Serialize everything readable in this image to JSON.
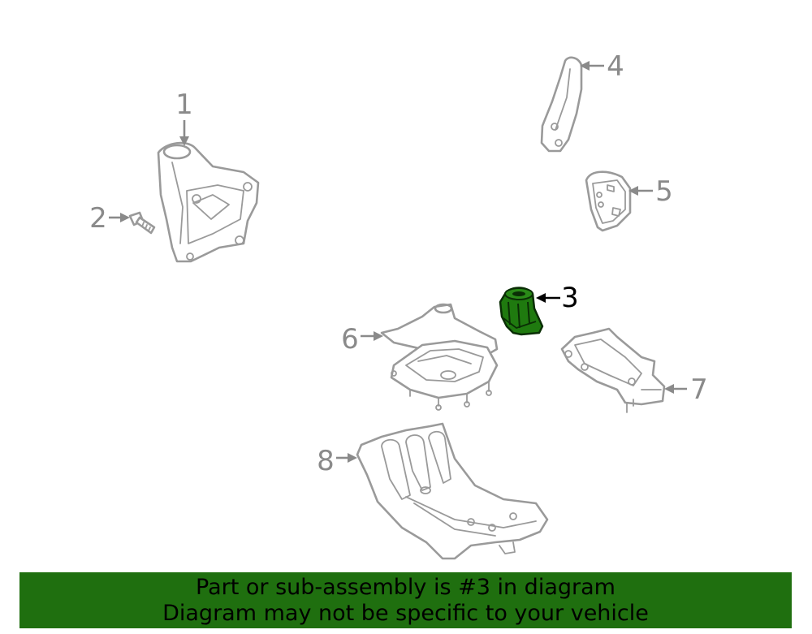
{
  "diagram": {
    "callouts": [
      "1",
      "2",
      "3",
      "4",
      "5",
      "6",
      "7",
      "8"
    ],
    "highlight_color": "#1f7a0f",
    "part_line_color": "#9a9a9a"
  },
  "banner": {
    "line1": "Part or sub-assembly is #3 in diagram",
    "line2": "Diagram may not be specific to your vehicle",
    "background": "#1f6f0f"
  }
}
